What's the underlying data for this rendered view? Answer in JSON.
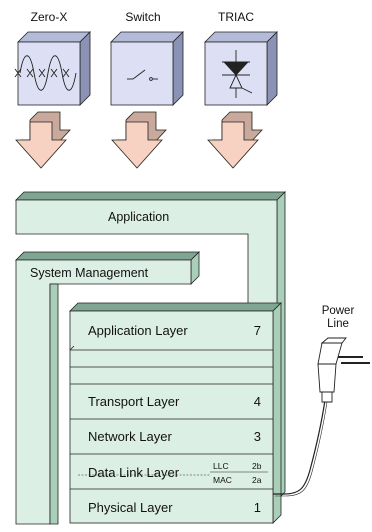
{
  "top_boxes": [
    {
      "label": "Zero-X",
      "icon": "sine-wave-icon"
    },
    {
      "label": "Switch",
      "icon": "switch-icon"
    },
    {
      "label": "TRIAC",
      "icon": "triac-icon"
    }
  ],
  "application_label": "Application",
  "system_management_label": "System Management",
  "stack_layers": [
    {
      "name": "Application Layer",
      "num": "7"
    },
    {
      "name": "",
      "num": ""
    },
    {
      "name": "",
      "num": ""
    },
    {
      "name": "Transport Layer",
      "num": "4"
    },
    {
      "name": "Network Layer",
      "num": "3"
    },
    {
      "name": "Data Link Layer",
      "num": "",
      "sublayers": [
        {
          "name": "LLC",
          "num": "2b"
        },
        {
          "name": "MAC",
          "num": "2a"
        }
      ]
    },
    {
      "name": "Physical Layer",
      "num": "1"
    }
  ],
  "power_line_label": [
    "Power",
    "Line"
  ],
  "colors": {
    "box_face": "#dde0f4",
    "box_top": "#b4bbd8",
    "box_side": "#8a92b6",
    "arrow_fill": "#f7d2c2",
    "layer_face": "#dcefe4",
    "layer_side": "#a9cfb9",
    "layer_top": "#7fa693",
    "stroke": "#222222"
  }
}
